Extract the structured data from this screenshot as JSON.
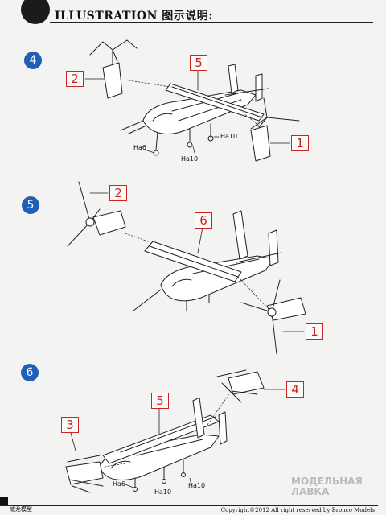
{
  "header": {
    "title": "ILLUSTRATION  图示说明:"
  },
  "steps": [
    {
      "number": "4",
      "callouts": [
        "2",
        "5",
        "1"
      ],
      "labels": [
        "Ha6",
        "Ha10",
        "Ha10"
      ]
    },
    {
      "number": "5",
      "callouts": [
        "2",
        "6",
        "1"
      ],
      "labels": []
    },
    {
      "number": "6",
      "callouts": [
        "4",
        "5",
        "3"
      ],
      "labels": [
        "Ha6",
        "Ha10",
        "Ha10"
      ]
    }
  ],
  "footer": {
    "left_text": "威龙模型",
    "right_text": "Copyright©2012  All right reserved by Bronco Models"
  },
  "watermark": {
    "line1": "МОДЕЛЬНАЯ",
    "line2": "ЛАВКА"
  },
  "colors": {
    "step_badge": "#1f5fb8",
    "callout_border": "#cc2222"
  }
}
